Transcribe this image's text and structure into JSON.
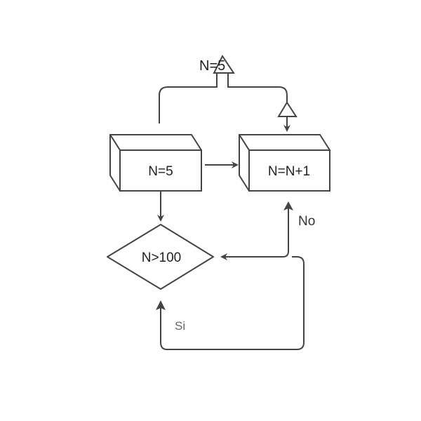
{
  "diagram": {
    "nodes": {
      "init": {
        "label": "N=5",
        "shape": "3d-box"
      },
      "increment": {
        "label": "N=N+1",
        "shape": "3d-box"
      },
      "condition": {
        "label": "N>100",
        "shape": "diamond"
      }
    },
    "labels": {
      "top": "N=5",
      "no": "No",
      "si": "Si"
    },
    "colors": {
      "stroke": "#444444",
      "text": "#222222",
      "muted_text": "#666666",
      "background": "#ffffff"
    }
  }
}
